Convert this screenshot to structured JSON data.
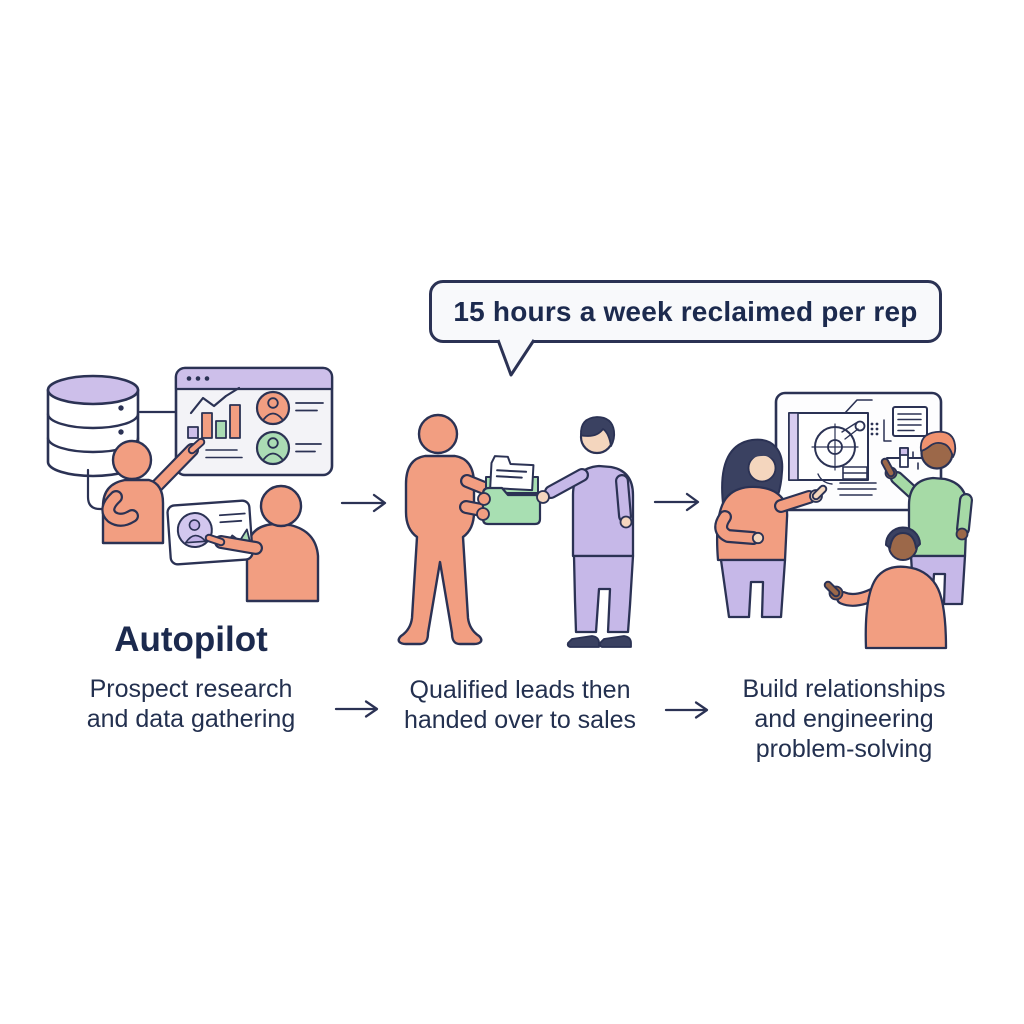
{
  "bubble": {
    "text": "15 hours a week reclaimed per rep"
  },
  "stages": [
    {
      "heading": "Autopilot",
      "caption_lines": [
        "Prospect research",
        "and data gathering"
      ],
      "illustration": "autopilot-research-scene"
    },
    {
      "caption_lines": [
        "Qualified leads then",
        "handed over to sales"
      ],
      "illustration": "lead-handoff-scene"
    },
    {
      "caption_lines": [
        "Build relationships",
        "and engineering",
        "problem-solving"
      ],
      "illustration": "engineering-whiteboard-scene"
    }
  ],
  "icons": [
    "database-icon",
    "dashboard-window-icon",
    "tablet-card-icon",
    "folder-icon",
    "document-icon",
    "whiteboard-icon",
    "blueprint-icon",
    "caliper-icon",
    "flow-arrow-icon",
    "speech-bubble"
  ],
  "colors": {
    "outline_navy": "#2B3254",
    "text_navy": "#1C2A4E",
    "salmon": "#F29E81",
    "lavender": "#C6B8E8",
    "ui_lavender": "#CDBFEA",
    "green": "#A8DFB2",
    "green_sweater": "#A6DAA6",
    "skin_tan": "#F4D6BE",
    "skin_brown": "#9C6849",
    "hair_navy": "#3A4161",
    "coral_hair": "#F0926F",
    "bubble_bg": "#F8F9FB"
  }
}
